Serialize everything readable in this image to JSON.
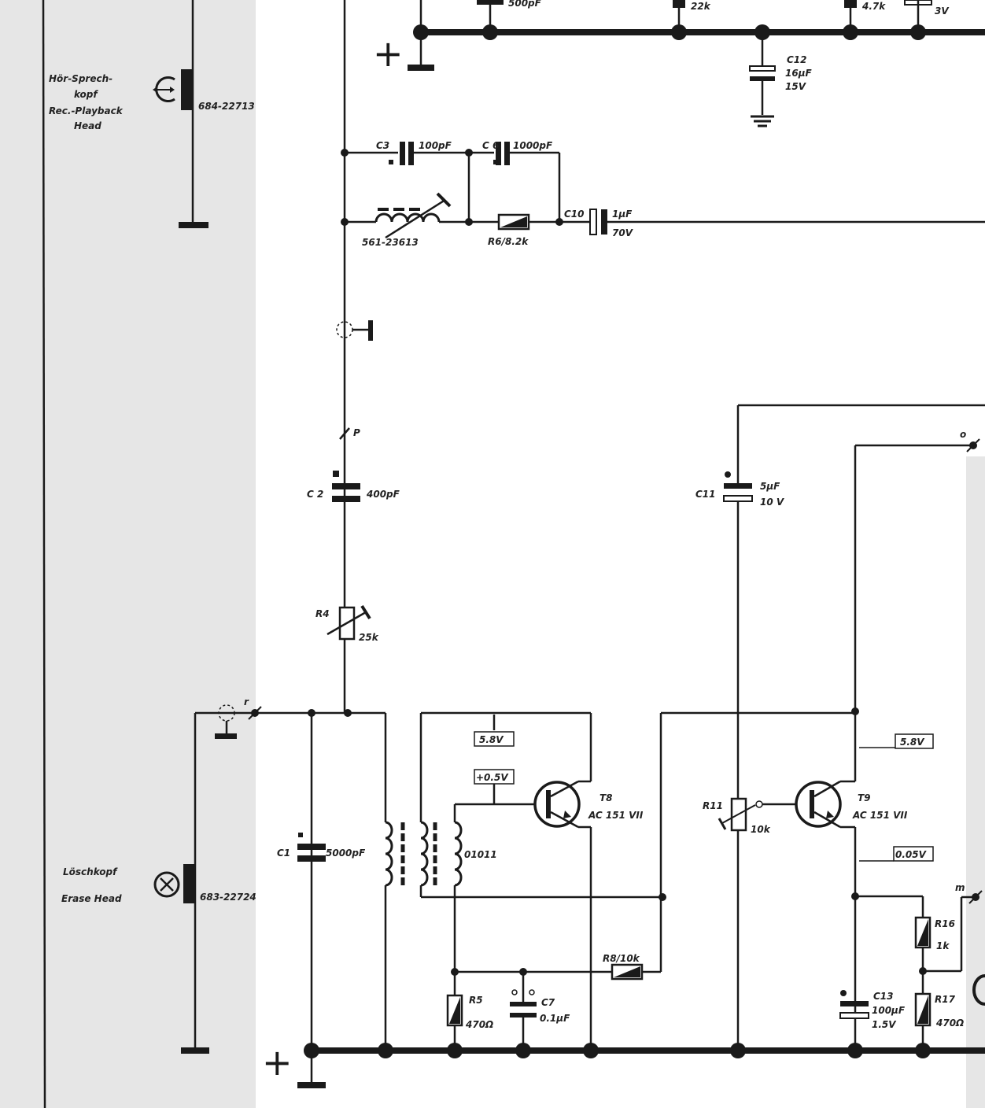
{
  "title": "Tape recorder recording/playback amplifier schematic (partial)",
  "heads": {
    "rec_playback": {
      "label_lines": [
        "Hör-Sprech-",
        "kopf",
        "Rec.-Playback",
        "Head"
      ],
      "part": "684-22713"
    },
    "erase": {
      "label_lines": [
        "Löschkopf",
        "Erase Head"
      ],
      "part": "683-22724"
    }
  },
  "components": {
    "top_partial": {
      "c_val": "500pF",
      "r1": "22k",
      "r2": "4.7k",
      "v": "3V"
    },
    "C12": {
      "name": "C12",
      "value": "16µF",
      "voltage": "15V"
    },
    "C3": {
      "name": "C3",
      "value": "100pF"
    },
    "C6": {
      "name": "C 6",
      "value": "1000pF"
    },
    "L": {
      "part": "561-23613"
    },
    "R6": {
      "label": "R6/8.2k"
    },
    "C10": {
      "name": "C10",
      "value": "1µF",
      "voltage": "70V"
    },
    "P": {
      "name": "P"
    },
    "C2": {
      "name": "C 2",
      "value": "400pF"
    },
    "R4": {
      "name": "R4",
      "value": "25k"
    },
    "r": {
      "name": "r"
    },
    "C1": {
      "name": "C1",
      "value": "5000pF"
    },
    "TR": {
      "part": "01011"
    },
    "T8": {
      "name": "T8",
      "type": "AC 151 VII"
    },
    "T8_volts": {
      "v1": "5.8V",
      "v2": "+0.5V"
    },
    "R5": {
      "name": "R5",
      "value": "470Ω"
    },
    "C7": {
      "name": "C7",
      "value": "0.1µF"
    },
    "R8": {
      "label": "R8/10k"
    },
    "C11": {
      "name": "C11",
      "value": "5µF",
      "voltage": "10 V"
    },
    "R11": {
      "name": "R11",
      "value": "10k"
    },
    "T9": {
      "name": "T9",
      "type": "AC 151 VII"
    },
    "T9_volts": {
      "v1": "5.8V",
      "v2": "0.05V"
    },
    "o": {
      "name": "o"
    },
    "m": {
      "name": "m"
    },
    "C13": {
      "name": "C13",
      "value": "100µF",
      "voltage": "1.5V"
    },
    "R16": {
      "name": "R16",
      "value": "1k"
    },
    "R17": {
      "name": "R17",
      "value": "470Ω"
    }
  },
  "rails": {
    "plus_symbol": "+"
  }
}
